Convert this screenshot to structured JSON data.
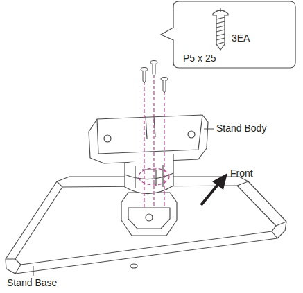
{
  "diagram": {
    "nodes": [
      {
        "text": [
          "3EA",
          "P5 x 25"
        ]
      }
    ],
    "labels": [
      "Stand Body",
      "Front",
      "Stand Base"
    ]
  }
}
